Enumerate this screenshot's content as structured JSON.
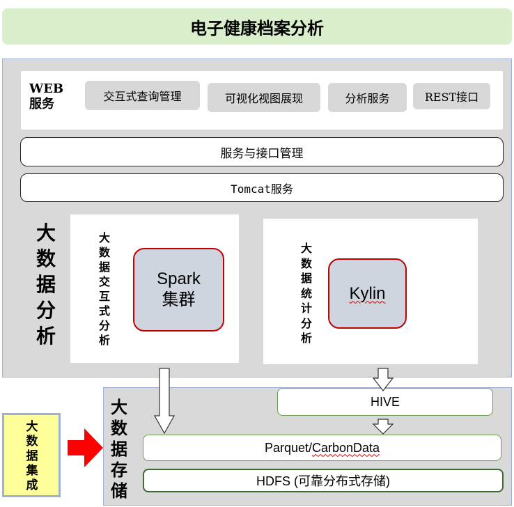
{
  "title": "电子健康档案分析",
  "web": {
    "label_line1": "WEB",
    "label_line2": "服务",
    "chips": [
      "交互式查询管理",
      "可视化视图展现",
      "分析服务",
      "REST接口"
    ]
  },
  "service_bar": "服务与接口管理",
  "tomcat_bar": "Tomcat服务",
  "analysis": {
    "section_label": [
      "大",
      "数",
      "据",
      "分",
      "析"
    ],
    "interactive_label": [
      "大",
      "数",
      "据",
      "交",
      "互",
      "式",
      "分",
      "析"
    ],
    "spark_line1": "Spark",
    "spark_line2": "集群",
    "stats_label": [
      "大",
      "数",
      "据",
      "统",
      "计",
      "分",
      "析"
    ],
    "kylin": "Kylin"
  },
  "storage": {
    "section_label": [
      "大",
      "数",
      "据",
      "存",
      "储"
    ],
    "hive": "HIVE",
    "parquet_prefix": "Parquet/",
    "parquet_suffix": "CarbonData",
    "hdfs": "HDFS (可靠分布式存储)"
  },
  "integration": {
    "label": [
      "大",
      "数",
      "据",
      "集",
      "成"
    ]
  },
  "colors": {
    "title_bg": "#d9efcb",
    "panel_bg": "#d9d9d9",
    "engine_border": "#c00000",
    "integration_bg": "#ffff99",
    "arrow_red": "#ff0000"
  }
}
